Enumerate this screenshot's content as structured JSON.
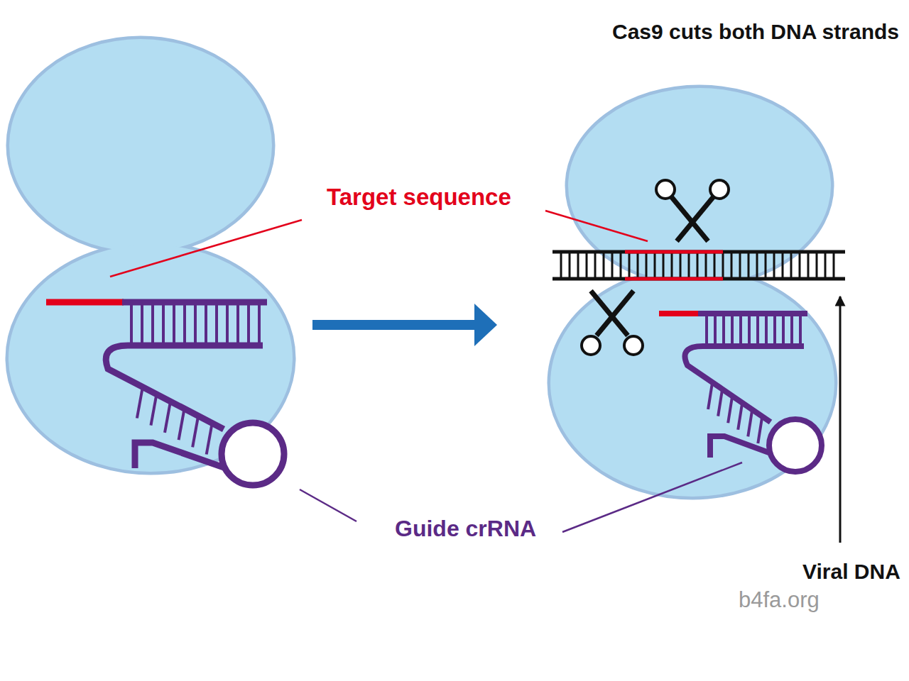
{
  "diagram": {
    "title": "Cas9 cuts both DNA strands",
    "labels": [
      "Target sequence",
      "Guide crRNA",
      "Viral DNA",
      "b4fa.org"
    ]
  }
}
